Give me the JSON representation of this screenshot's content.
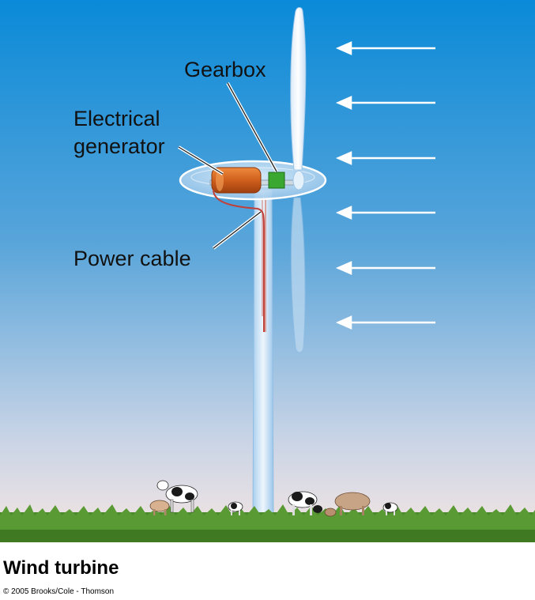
{
  "labels": {
    "gearbox": "Gearbox",
    "generator_line1": "Electrical",
    "generator_line2": "generator",
    "power_cable": "Power cable"
  },
  "caption": {
    "title": "Wind turbine",
    "copyright": "© 2005 Brooks/Cole - Thomson"
  },
  "colors": {
    "sky_top": "#0a8ad8",
    "sky_bottom": "#f4e8e4",
    "grass": "#4a8a2a",
    "generator": "#d0601c",
    "gearbox": "#3aa830",
    "cable": "#c0403a"
  }
}
